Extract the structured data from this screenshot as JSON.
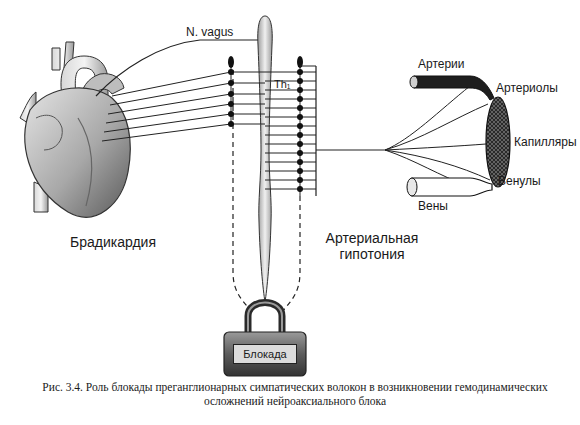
{
  "diagram": {
    "caption": "Рис. 3.4. Роль блокады преганглионарных симпатических волокон в возникновении гемодинамических осложнений нейроаксиального блока",
    "nodes": [
      {
        "text": [
          "Блокада"
        ]
      }
    ],
    "labels": [
      "N. vagus",
      "Th₁",
      "Артерии",
      "Артериолы",
      "Капилляры",
      "Венулы",
      "Вены",
      "Брадикардия",
      "Артериальная гипотония"
    ]
  }
}
